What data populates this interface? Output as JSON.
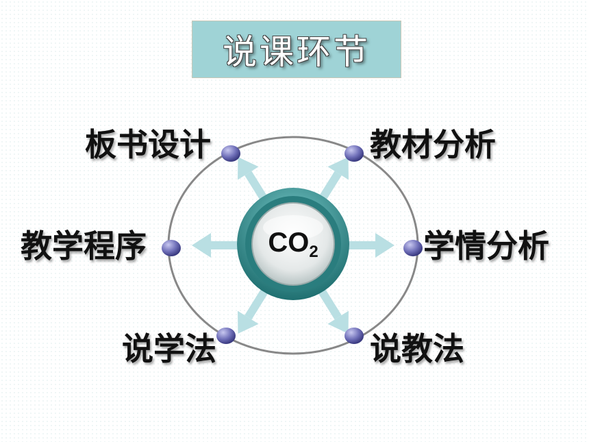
{
  "title": "说课环节",
  "center": {
    "text": "CO",
    "subscript": "2"
  },
  "nodes": [
    {
      "label": "板书设计"
    },
    {
      "label": "教材分析"
    },
    {
      "label": "教学程序"
    },
    {
      "label": "学情分析"
    },
    {
      "label": "说学法"
    },
    {
      "label": "说教法"
    }
  ],
  "colors": {
    "title_bg": "#9fd3d6",
    "arrow": "#b9dfe3",
    "node_dot": "#6f6fb8",
    "ring": "#888888",
    "hub_outer": "#2f8a8a"
  }
}
